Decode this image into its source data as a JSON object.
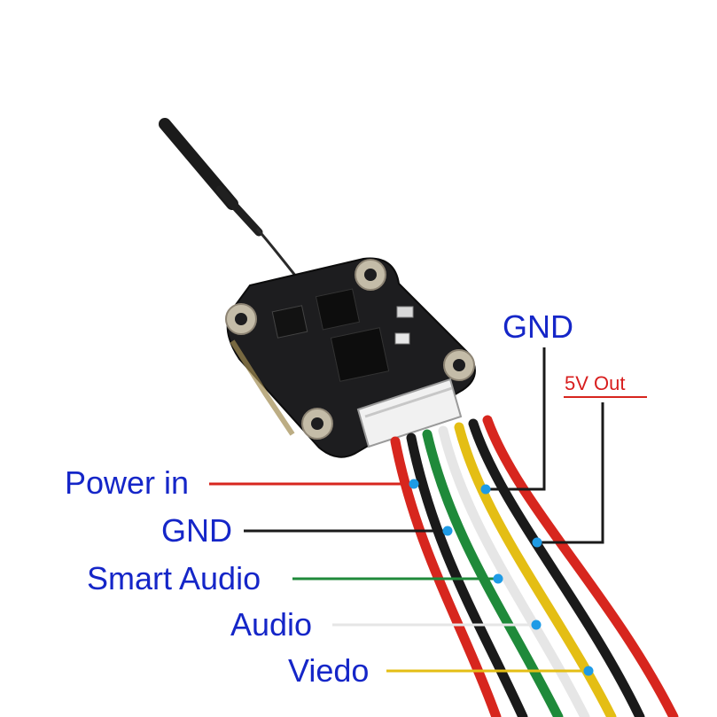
{
  "labels": {
    "gnd_top": "GND",
    "five_v_out": "5V Out",
    "power_in": "Power in",
    "gnd_left": "GND",
    "smart_audio": "Smart Audio",
    "audio": "Audio",
    "video": "Viedo"
  },
  "colors": {
    "label_blue": "#1526c8",
    "label_red": "#d81e1e",
    "wire_red": "#d7261e",
    "wire_black": "#1a1a1a",
    "wire_green": "#1f8a3a",
    "wire_white": "#e6e6e6",
    "wire_yellow": "#e4be14",
    "dot_blue": "#1e9be6",
    "pcb": "#1d1d1f"
  },
  "icons": [
    "antenna",
    "vtx-board",
    "connector",
    "wire-bundle"
  ]
}
